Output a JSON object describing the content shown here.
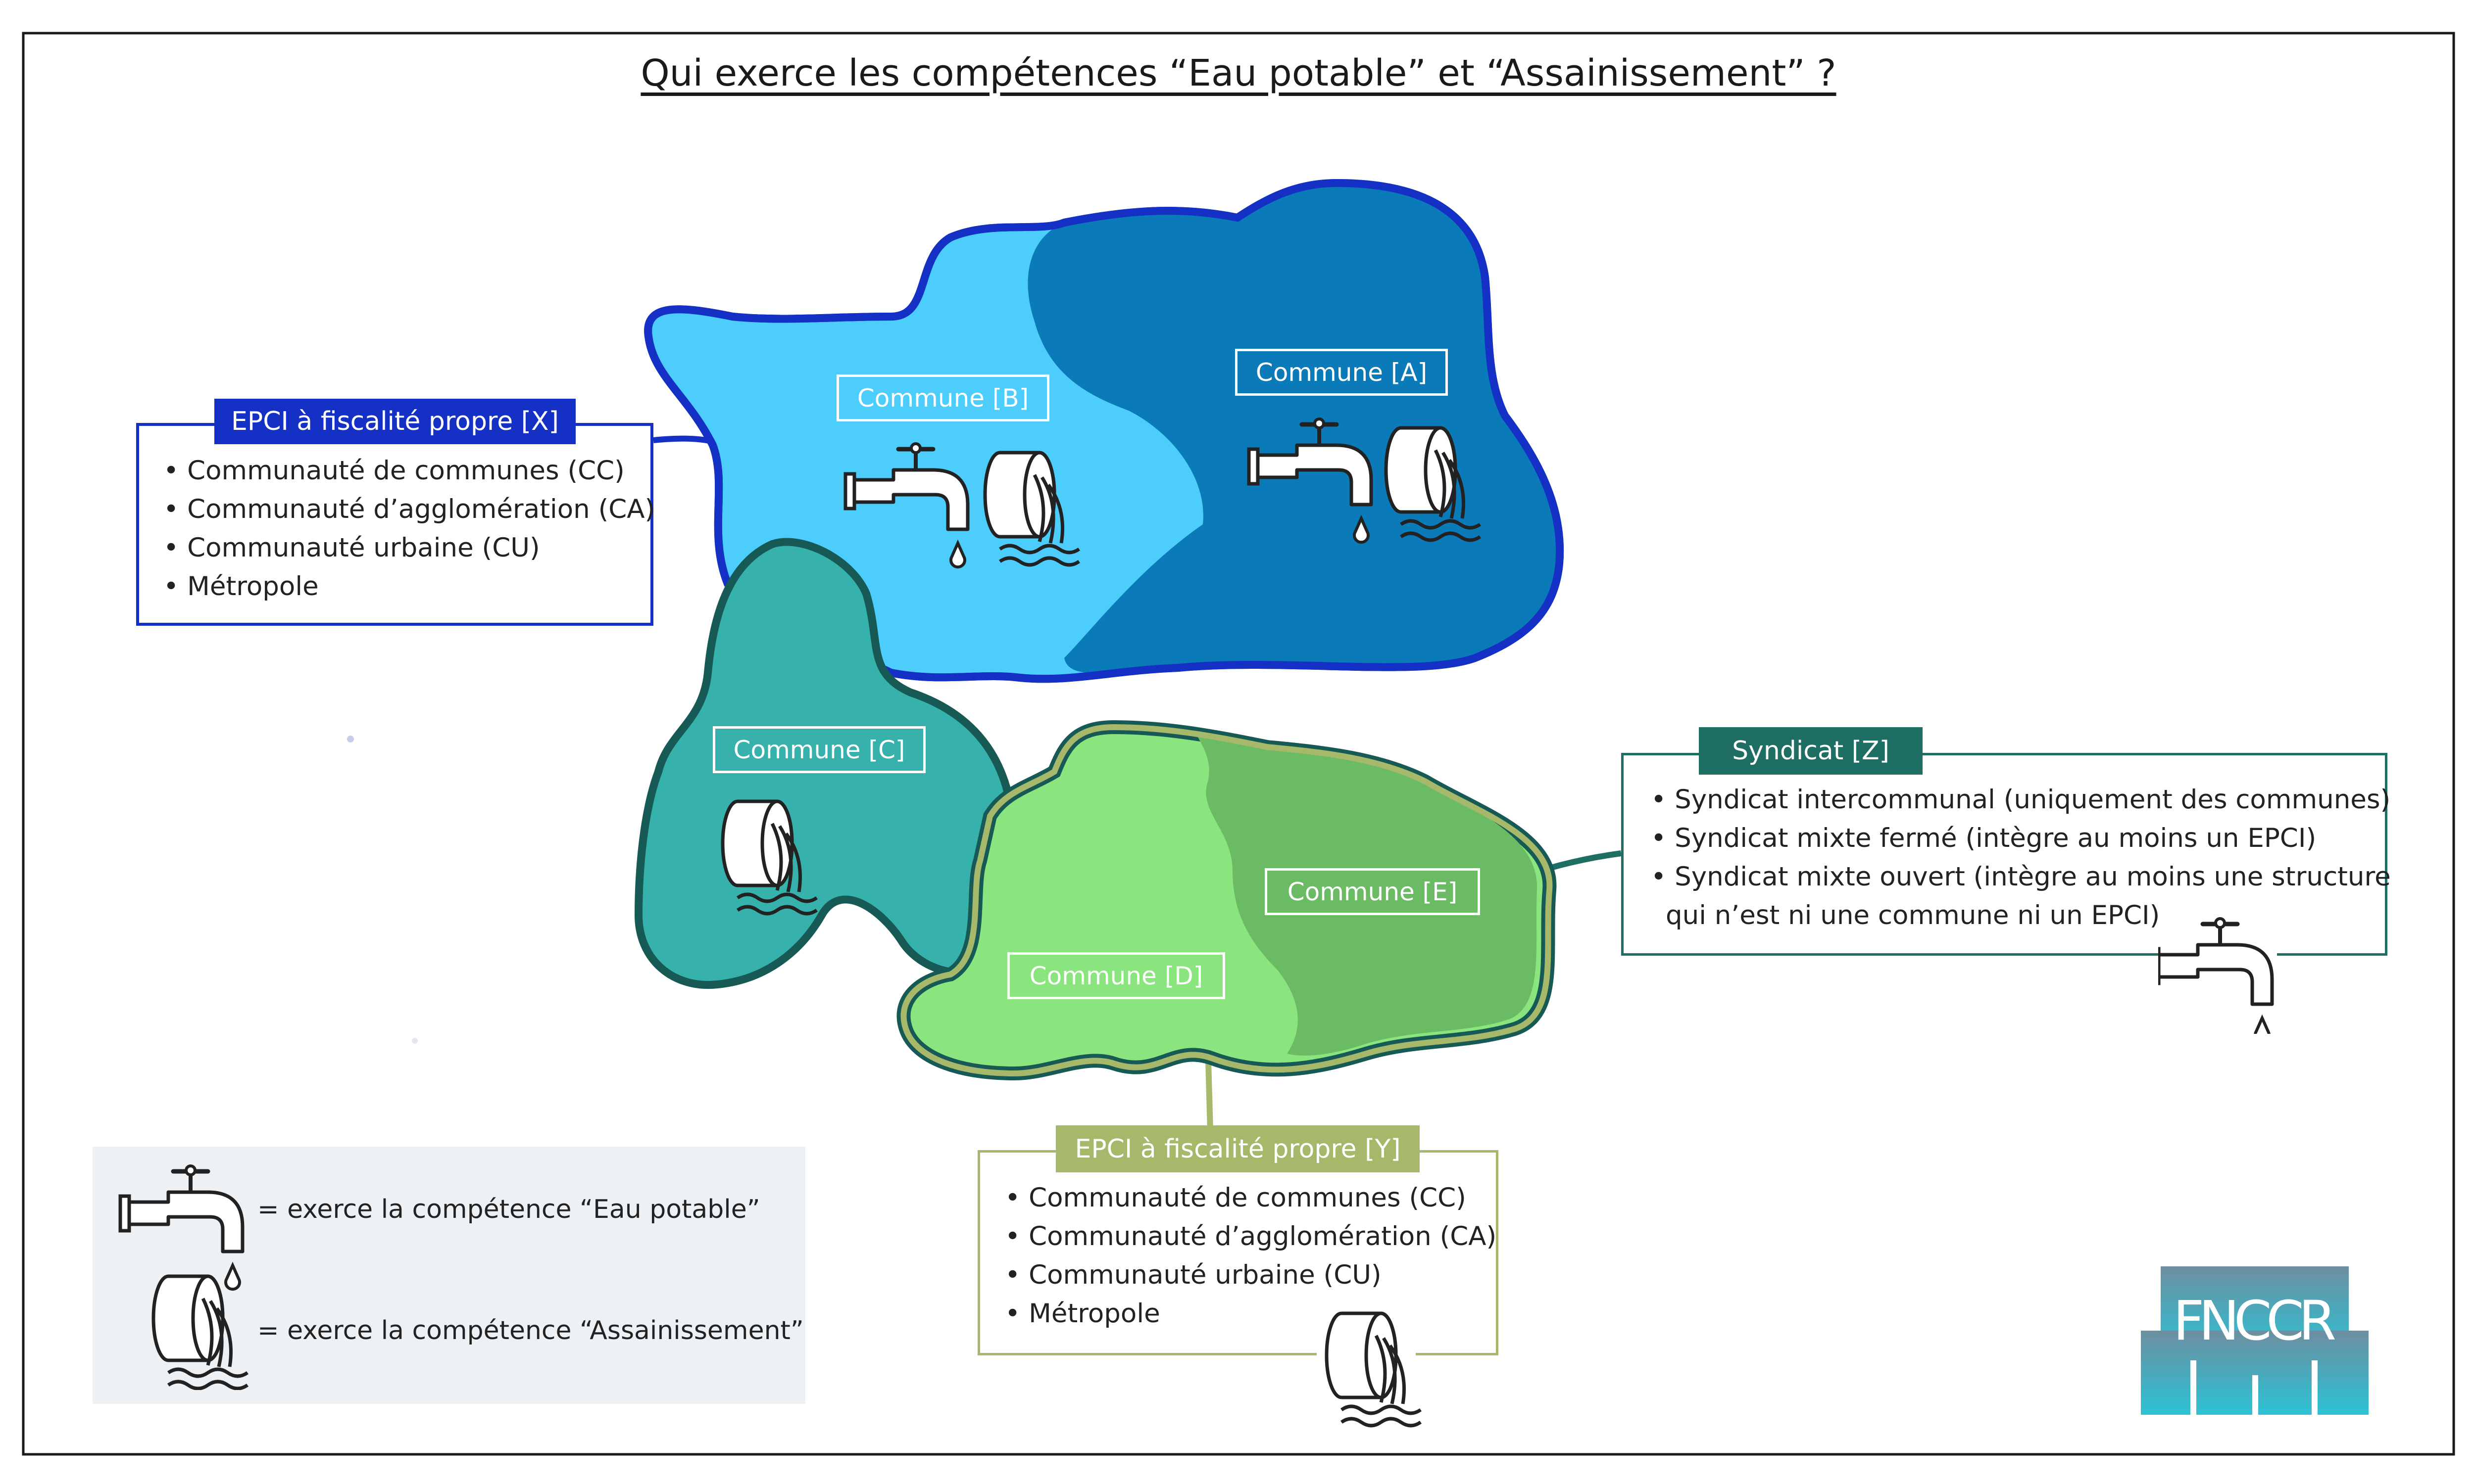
{
  "title": "Qui exerce les compétences “Eau potable” et “Assainissement” ?",
  "communes": {
    "a": "Commune [A]",
    "b": "Commune [B]",
    "c": "Commune [C]",
    "d": "Commune [D]",
    "e": "Commune [E]"
  },
  "epci_x": {
    "tag": "EPCI à fiscalité propre [X]",
    "items": [
      "• Communauté de communes (CC)",
      "• Communauté d’agglomération (CA)",
      "• Communauté urbaine (CU)",
      "• Métropole"
    ]
  },
  "epci_y": {
    "tag": "EPCI à fiscalité propre [Y]",
    "items": [
      "• Communauté de communes (CC)",
      "• Communauté d’agglomération (CA)",
      "• Communauté urbaine (CU)",
      "• Métropole"
    ]
  },
  "syndicat": {
    "tag": "Syndicat [Z]",
    "items": [
      "• Syndicat intercommunal (uniquement des communes)",
      "• Syndicat mixte fermé (intègre au moins un EPCI)",
      "• Syndicat mixte ouvert (intègre au moins une structure",
      "qui n’est ni une commune ni un EPCI)"
    ]
  },
  "legend": {
    "eau": "= exerce la compétence “Eau potable”",
    "assainissement": "= exerce la compétence “Assainissement”"
  },
  "logo": "FNCCR",
  "colors": {
    "commune_a": "#0a7ab9",
    "commune_b": "#4ccdfb",
    "commune_c": "#37b1ac",
    "commune_d": "#8ae57e",
    "commune_e": "#6bbb64",
    "epci_x": "#1530c4",
    "syndicat": "#1f6e64",
    "epci_y": "#a6b96a"
  },
  "icons": [
    "tap-icon",
    "pipe-outflow-icon"
  ]
}
